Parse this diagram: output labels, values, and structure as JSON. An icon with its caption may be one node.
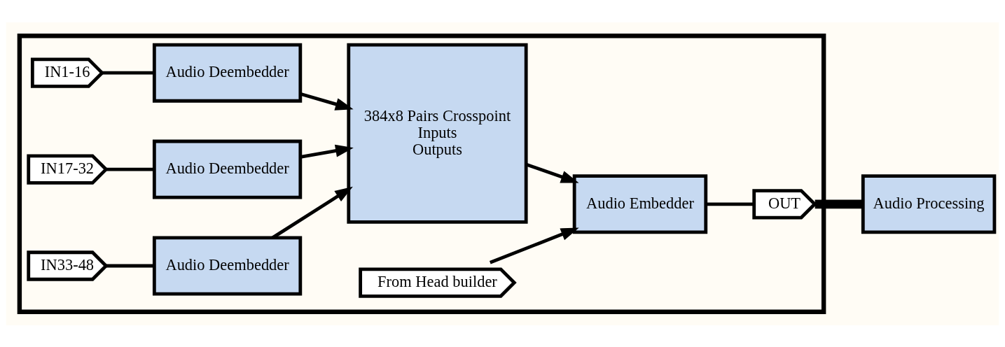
{
  "diagram": {
    "nodes": [
      {
        "text": [],
        "shape": "box"
      },
      {
        "text": [
          "IN1-16"
        ],
        "in": 0
      },
      {
        "text": [
          "Audio Deembedder"
        ],
        "in": 0
      },
      {
        "text": [
          "IN17-32"
        ],
        "in": 0
      },
      {
        "text": [
          "Audio Deembedder"
        ],
        "in": 0
      },
      {
        "text": [
          "IN33-48"
        ],
        "in": 0
      },
      {
        "text": [
          "Audio Deembedder"
        ],
        "in": 0
      },
      {
        "text": [
          "From Head builder"
        ],
        "in": 0
      },
      {
        "text": [
          "384x8 Pairs Crosspoint",
          "Inputs",
          "Outputs"
        ],
        "in": 0
      },
      {
        "text": [
          "Audio Embedder"
        ],
        "in": 0
      },
      {
        "text": [
          "OUT"
        ],
        "in": 0
      },
      {
        "text": [
          "Audio Processing"
        ]
      }
    ],
    "edges": [
      {
        "from": 1,
        "to": 2,
        "arrow": "none"
      },
      {
        "from": 2,
        "to": 8,
        "arrow": "to"
      },
      {
        "from": 3,
        "to": 4,
        "arrow": "none"
      },
      {
        "from": 4,
        "to": 8,
        "arrow": "to"
      },
      {
        "from": 5,
        "to": 6,
        "arrow": "none"
      },
      {
        "from": 6,
        "to": 8,
        "arrow": "to"
      },
      {
        "from": 7,
        "to": 9,
        "arrow": "to"
      },
      {
        "from": 8,
        "to": 9,
        "arrow": "to"
      },
      {
        "from": 9,
        "to": 10,
        "arrow": "none"
      },
      {
        "from": 10,
        "to": 11,
        "arrow": "none",
        "style": "thick"
      }
    ]
  }
}
